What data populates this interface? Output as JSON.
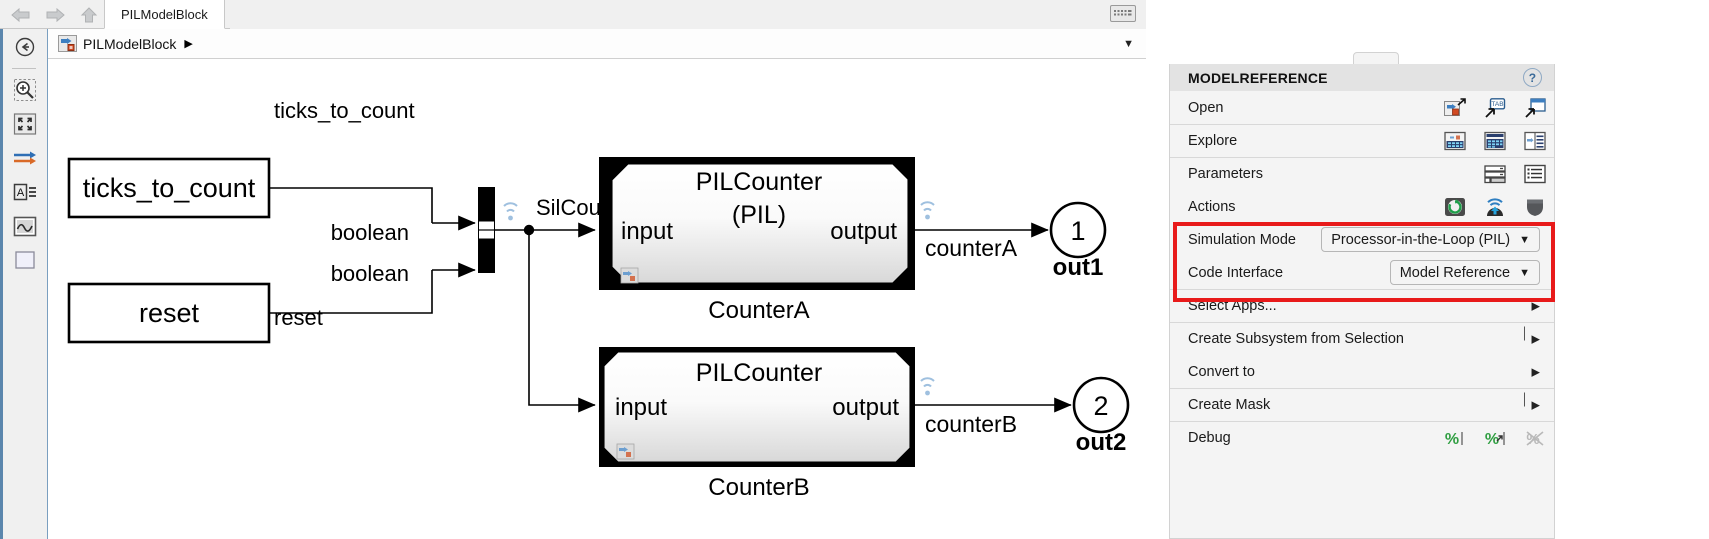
{
  "window": {
    "tab_label": "PILModelBlock",
    "breadcrumb": "PILModelBlock",
    "breadcrumb_arrow": "▶",
    "collapse_arrow": "▼",
    "nav_back_icon": "back-arrow-icon",
    "nav_forward_icon": "forward-arrow-icon",
    "nav_up_icon": "up-arrow-icon",
    "keyboard_icon": "keyboard-icon"
  },
  "left_toolbar": {
    "items": [
      {
        "icon": "navigate-back-icon",
        "name": "toolbar-navigate-back"
      },
      {
        "icon": "zoom-in-icon",
        "name": "toolbar-zoom-in"
      },
      {
        "icon": "fit-to-view-icon",
        "name": "toolbar-fit-to-view"
      },
      {
        "icon": "signal-arrows-icon",
        "name": "toolbar-signal-arrows"
      },
      {
        "icon": "annotation-icon",
        "name": "toolbar-annotation"
      },
      {
        "icon": "scope-icon",
        "name": "toolbar-scope"
      },
      {
        "icon": "area-icon",
        "name": "toolbar-area"
      }
    ]
  },
  "diagram": {
    "blocks": {
      "ticks_to_count": {
        "label": "ticks_to_count"
      },
      "reset": {
        "label": "reset"
      },
      "counterA": {
        "title_line1": "PILCounter",
        "title_line2": "(PIL)",
        "port_in": "input",
        "port_out": "output",
        "caption": "CounterA"
      },
      "counterB": {
        "title_line1": "PILCounter",
        "title_line2": "",
        "port_in": "input",
        "port_out": "output",
        "caption": "CounterB"
      },
      "out1": {
        "number": "1",
        "label": "out1"
      },
      "out2": {
        "number": "2",
        "label": "out2"
      }
    },
    "signal_labels": {
      "ticks_to_count": "ticks_to_count",
      "boolean_top": "boolean",
      "boolean_bottom": "boolean",
      "reset": "reset",
      "mux_out": "SilCounter",
      "counterA": "counterA",
      "counterB": "counterB"
    }
  },
  "context_menu": {
    "title": "MODELREFERENCE",
    "help_glyph": "?",
    "rows": [
      {
        "label": "Open",
        "icons": [
          "open-model-icon",
          "open-in-tab-icon",
          "open-in-window-icon"
        ]
      },
      {
        "label": "Explore",
        "icons": [
          "explore-model-icon",
          "model-explorer-icon",
          "block-parameters-list-icon"
        ]
      },
      {
        "label": "Parameters",
        "icons": [
          "parameters-panel-icon",
          "parameters-list-icon"
        ]
      },
      {
        "label": "Actions",
        "icons": [
          "refresh-icon",
          "deploy-icon",
          "protect-icon"
        ]
      }
    ],
    "simulation_mode": {
      "label": "Simulation Mode",
      "value": "Processor-in-the-Loop (PIL)",
      "caret": "▼"
    },
    "code_interface": {
      "label": "Code Interface",
      "value": "Model Reference",
      "caret": "▼"
    },
    "items": [
      {
        "label": "Select Apps...",
        "arrow": "▶",
        "bar": false
      },
      {
        "label": "Create Subsystem from Selection",
        "arrow": "▶",
        "bar": true
      },
      {
        "label": "Convert to",
        "arrow": "▶",
        "bar": false
      },
      {
        "label": "Create Mask",
        "arrow": "▶",
        "bar": true
      }
    ],
    "debug": {
      "label": "Debug",
      "icons": [
        "percent-green-icon",
        "percent-step-icon",
        "coverage-off-icon"
      ]
    },
    "highlight_color": "#e81a1a"
  }
}
